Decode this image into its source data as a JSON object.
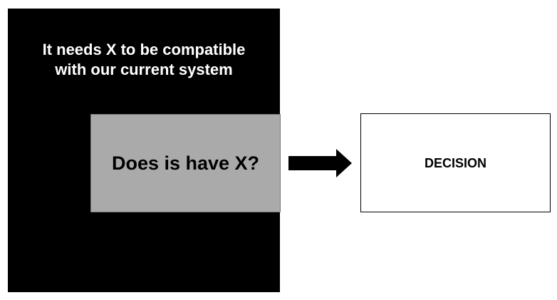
{
  "context": {
    "line1": "It needs X to be compatible",
    "line2": "with our current system",
    "background": "#000000",
    "text_color": "#ffffff"
  },
  "question": {
    "label": "Does is have X?",
    "background": "#aaaaaa"
  },
  "connector": {
    "icon": "right-arrow-icon",
    "color": "#000000"
  },
  "decision": {
    "label": "DECISION",
    "background": "#ffffff",
    "border": "#000000"
  }
}
